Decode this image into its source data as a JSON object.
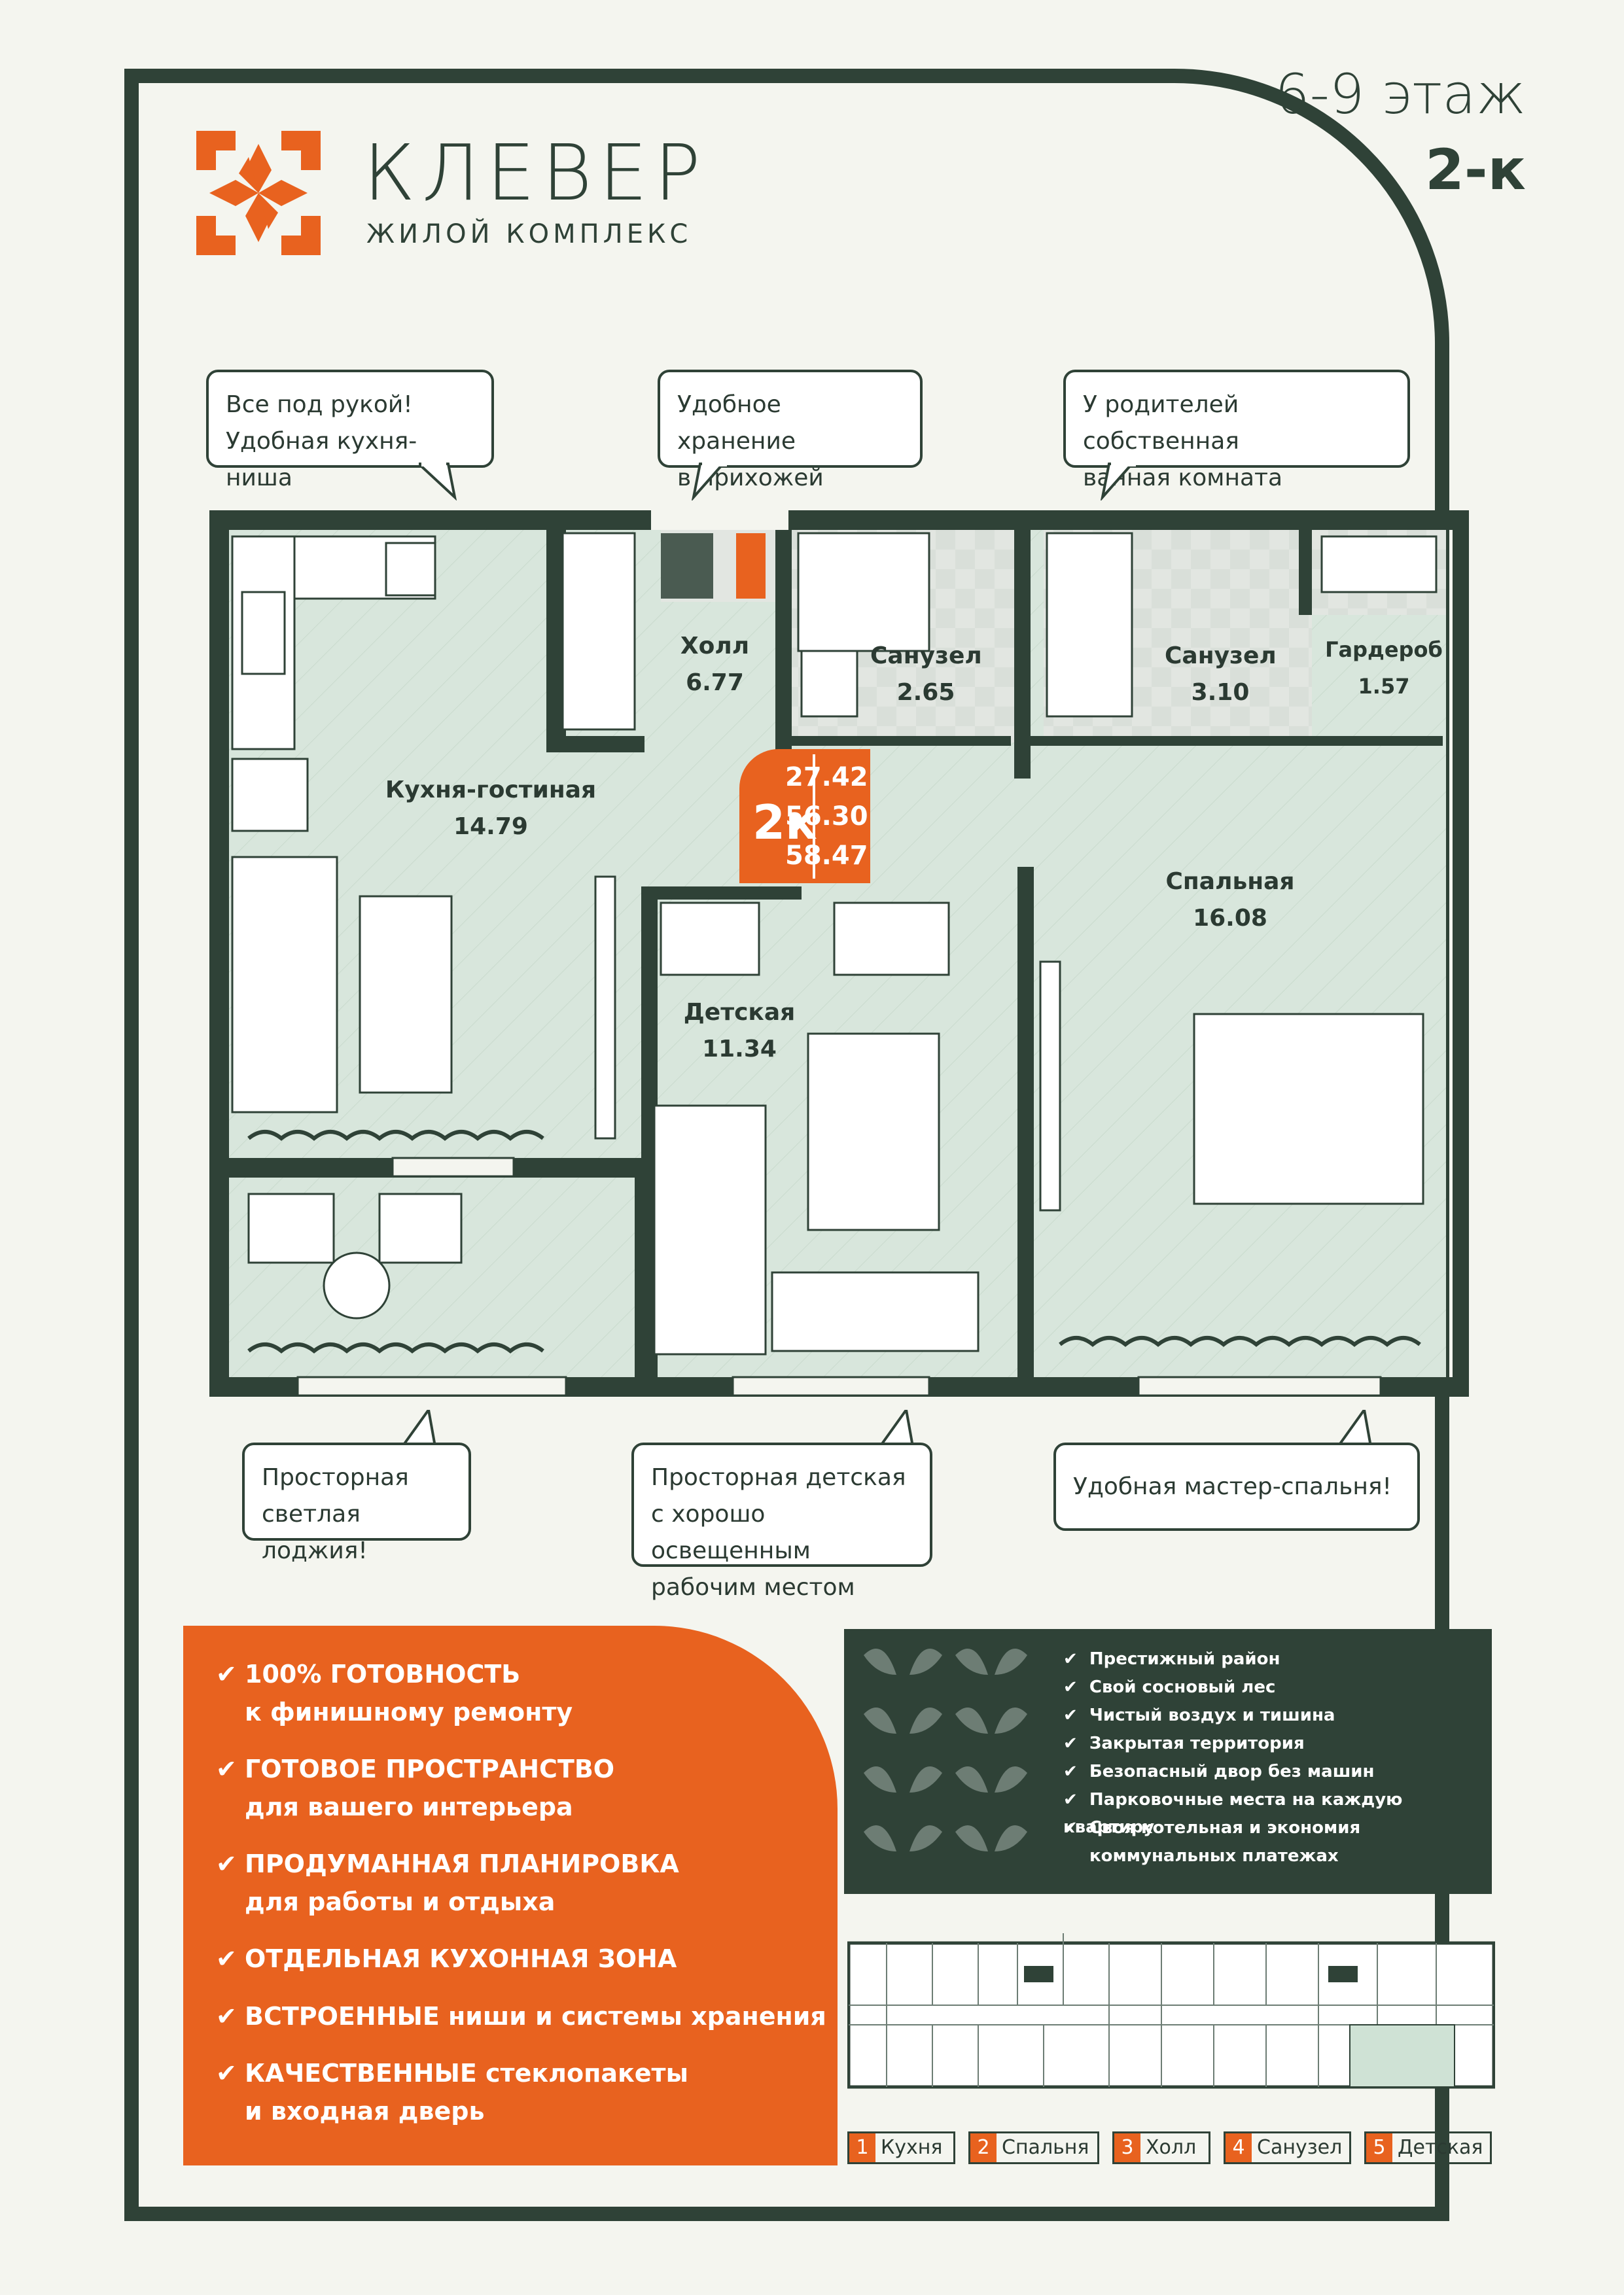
{
  "brand": {
    "name": "КЛЕВЕР",
    "subtitle": "ЖИЛОЙ КОМПЛЕКС"
  },
  "header": {
    "floor": "6-9 этаж",
    "type": "2-к"
  },
  "callouts": {
    "kitchen": [
      "Все под рукой!",
      "Удобная кухня-ниша"
    ],
    "hall": [
      "Удобное хранение",
      "в прихожей"
    ],
    "bath": [
      "У родителей собственная",
      "ванная комната"
    ],
    "loggia": [
      "Просторная",
      "светлая лоджия!"
    ],
    "kids": [
      "Просторная детская",
      "с хорошо освещенным",
      "рабочим местом"
    ],
    "master": [
      "Удобная мастер-спальня!"
    ]
  },
  "rooms": [
    {
      "name": "Холл",
      "area": "6.77"
    },
    {
      "name": "Санузел",
      "area": "2.65"
    },
    {
      "name": "Санузел",
      "area": "3.10"
    },
    {
      "name": "Гардероб",
      "area": "1.57"
    },
    {
      "name": "Кухня-гостиная",
      "area": "14.79"
    },
    {
      "name": "Спальная",
      "area": "16.08"
    },
    {
      "name": "Детская",
      "area": "11.34"
    }
  ],
  "areas": {
    "label": "2к",
    "living": "27.42",
    "total": "56.30",
    "with_balcony": "58.47"
  },
  "features": [
    {
      "main": "100% ГОТОВНОСТЬ",
      "sub": "к финишному ремонту"
    },
    {
      "main": "ГОТОВОЕ ПРОСТРАНСТВО",
      "sub": "для вашего интерьера"
    },
    {
      "main": "ПРОДУМАННАЯ ПЛАНИРОВКА",
      "sub": "для работы и отдыха"
    },
    {
      "main": "ОТДЕЛЬНАЯ КУХОННАЯ ЗОНА",
      "sub": ""
    },
    {
      "main": "ВСТРОЕННЫЕ ниши и системы хранения",
      "sub": ""
    },
    {
      "main": "КАЧЕСТВЕННЫЕ стеклопакеты",
      "sub": "и входная дверь"
    }
  ],
  "advantages": [
    "Престижный район",
    "Свой сосновый лес",
    "Чистый воздух и тишина",
    "Закрытая территория",
    "Безопасный двор без машин",
    "Парковочные места на каждую квартиру",
    "Своя котельная и экономия",
    "коммунальных платежах"
  ],
  "legend": [
    {
      "num": "1",
      "label": "Кухня"
    },
    {
      "num": "2",
      "label": "Спальня"
    },
    {
      "num": "3",
      "label": "Холл"
    },
    {
      "num": "4",
      "label": "Санузел"
    },
    {
      "num": "5",
      "label": "Детская"
    }
  ],
  "colors": {
    "dark_green": "#2f4237",
    "orange": "#e8621f",
    "mint": "#d8e6dc",
    "tile": "#e2e6e1"
  }
}
